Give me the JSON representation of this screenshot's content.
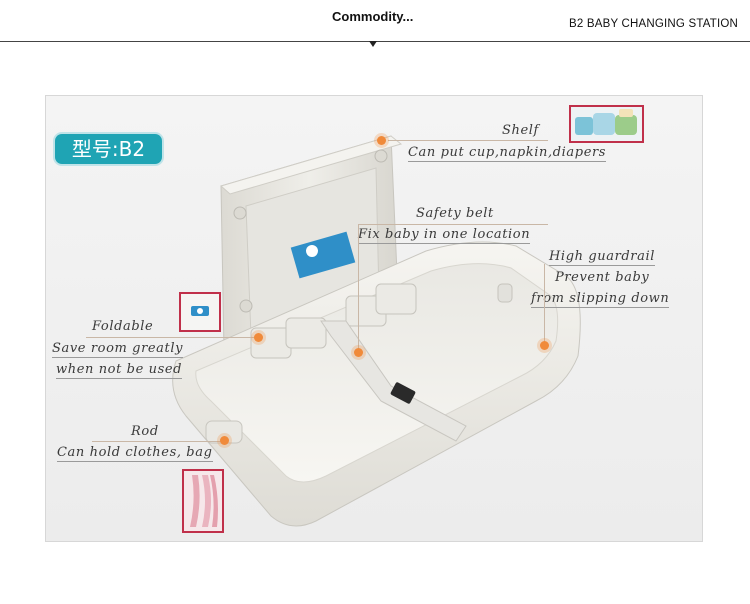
{
  "header": {
    "title": "Commodity...",
    "station": "B2 BABY CHANGING STATION"
  },
  "photo": {
    "model_badge": "型号:B2",
    "annotations": {
      "shelf_title": "Shelf",
      "shelf_desc": "Can put cup,napkin,diapers",
      "belt_title": "Safety belt",
      "belt_desc": "Fix baby in one location",
      "rail_title": "High guardrail",
      "rail_desc1": "Prevent baby",
      "rail_desc2": "from slipping down",
      "fold_title": "Foldable",
      "fold_desc1": "Save room greatly",
      "fold_desc2": "when not be used",
      "rod_title": "Rod",
      "rod_desc": "Can hold clothes, bag"
    },
    "colors": {
      "badge": "#1fa4b4",
      "dot": "#f08a3a",
      "thumb_border": "#c0304a",
      "product": "#ecebe6"
    }
  }
}
